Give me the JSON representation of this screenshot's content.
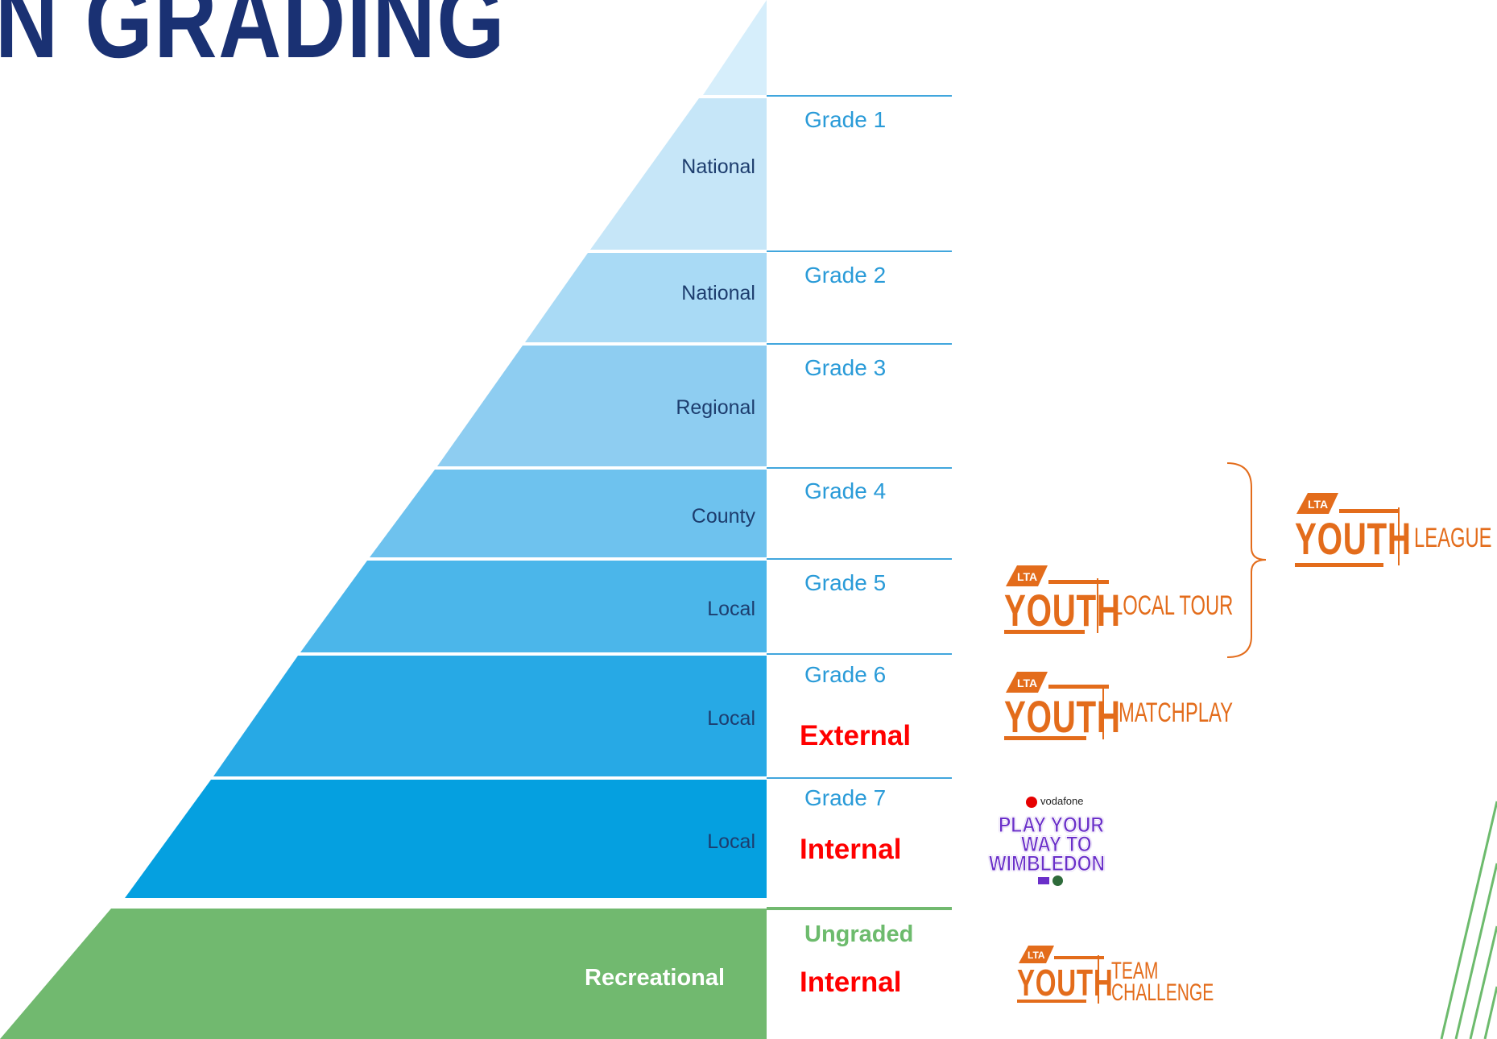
{
  "title": "N GRADING",
  "levels": {
    "national_1": "National",
    "national_2": "National",
    "regional": "Regional",
    "county": "County",
    "local_5": "Local",
    "local_6": "Local",
    "local_7": "Local",
    "recreational": "Recreational"
  },
  "grades": {
    "g1": "Grade 1",
    "g2": "Grade 2",
    "g3": "Grade 3",
    "g4": "Grade 4",
    "g5": "Grade 5",
    "g6": "Grade 6",
    "g7": "Grade 7",
    "ungraded": "Ungraded"
  },
  "types": {
    "g6": "External",
    "g7": "Internal",
    "rec": "Internal"
  },
  "logos": {
    "lta": "LTA",
    "youth": "YOUTH",
    "league": "LEAGUE",
    "local_tour": "LOCAL TOUR",
    "matchplay": "MATCHPLAY",
    "team_1": "TEAM",
    "team_2": "CHALLENGE",
    "vodafone": "vodafone",
    "pyw_1": "PLAY YOUR",
    "pyw_2": "WAY TO",
    "pyw_3": "WIMBLEDON"
  },
  "colors": {
    "title": "#1a3173",
    "pyramid_top": "#d2ecfa",
    "pyramid_bottom": "#02a0e0",
    "recreational": "#71b96f",
    "grade_text": "#2a9bd8",
    "tier_text": "#ff0000",
    "ungraded_text": "#6dbb6d",
    "logo_orange": "#e36c1b",
    "pyw_purple": "#6a2fc9"
  }
}
